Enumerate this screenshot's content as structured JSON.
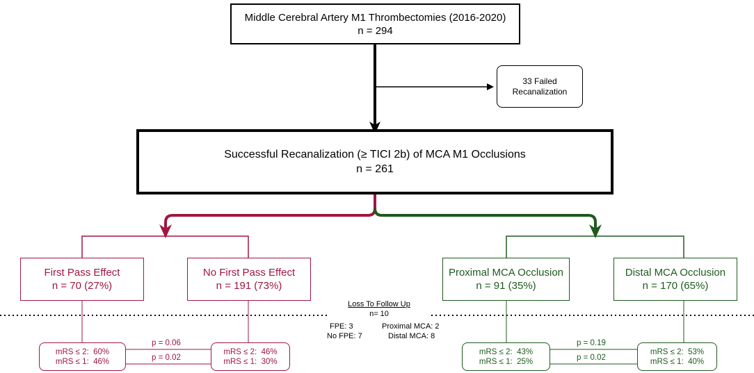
{
  "top_box": {
    "line1": "Middle Cerebral Artery M1 Thrombectomies (2016-2020)",
    "line2": "n = 294"
  },
  "failed_box": {
    "line1": "33 Failed",
    "line2": "Recanalization"
  },
  "success_box": {
    "line1": "Successful Recanalization (≥ TICI 2b) of MCA M1 Occlusions",
    "line2": "n = 261"
  },
  "fpe": {
    "title": "First Pass Effect",
    "n": "n = 70 (27%)",
    "mrs2": "mRS ≤ 2:  60%",
    "mrs1": "mRS ≤ 1:  46%"
  },
  "nofpe": {
    "title": "No First Pass Effect",
    "n": "n = 191 (73%)",
    "mrs2": "mRS ≤ 2:  46%",
    "mrs1": "mRS ≤ 1:  30%"
  },
  "proximal": {
    "title": "Proximal MCA Occlusion",
    "n": "n = 91 (35%)",
    "mrs2": "mRS ≤ 2:  43%",
    "mrs1": "mRS ≤ 1:  25%"
  },
  "distal": {
    "title": "Distal MCA Occlusion",
    "n": "n = 170 (65%)",
    "mrs2": "mRS ≤ 2:  53%",
    "mrs1": "mRS ≤ 1:  40%"
  },
  "pvalues": {
    "left_mrs2": "p = 0.06",
    "left_mrs1": "p = 0.02",
    "right_mrs2": "p = 0.19",
    "right_mrs1": "p = 0.02"
  },
  "followup": {
    "title": "Loss To Follow Up",
    "n": "n= 10",
    "fpe": "FPE: 3",
    "nofpe": "No FPE: 7",
    "proximal": "Proximal MCA: 2",
    "distal": "Distal MCA: 8"
  },
  "colors": {
    "red": "#a0163f",
    "green": "#1e5a1e",
    "black": "#000000"
  }
}
